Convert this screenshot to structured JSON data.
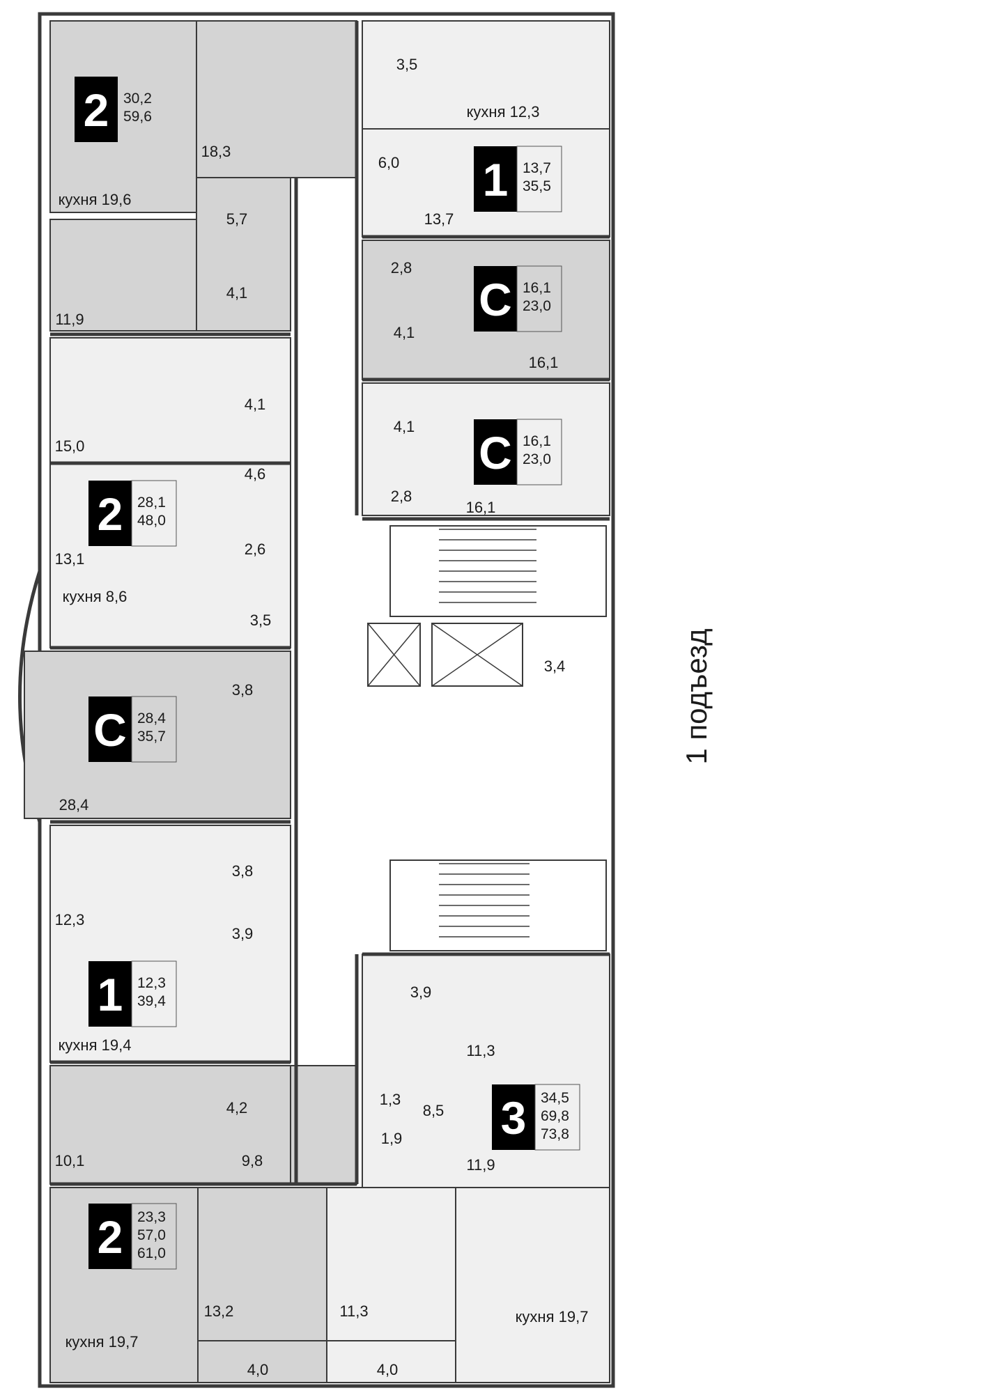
{
  "entrance_label": "1 подъезд",
  "colors": {
    "shaded_room": "#d4d4d4",
    "plain_room": "#f0f0f0",
    "badge": "#000000",
    "wall": "#3a3a3a"
  },
  "apartments": [
    {
      "id": "apt-2-top",
      "type": "2",
      "values": [
        "30,2",
        "59,6"
      ]
    },
    {
      "id": "apt-1-top",
      "type": "1",
      "values": [
        "13,7",
        "35,5"
      ]
    },
    {
      "id": "apt-c-right-1",
      "type": "С",
      "values": [
        "16,1",
        "23,0"
      ]
    },
    {
      "id": "apt-c-right-2",
      "type": "С",
      "values": [
        "16,1",
        "23,0"
      ]
    },
    {
      "id": "apt-2-mid",
      "type": "2",
      "values": [
        "28,1",
        "48,0"
      ]
    },
    {
      "id": "apt-c-left",
      "type": "С",
      "values": [
        "28,4",
        "35,7"
      ]
    },
    {
      "id": "apt-1-bottom",
      "type": "1",
      "values": [
        "12,3",
        "39,4"
      ]
    },
    {
      "id": "apt-3",
      "type": "3",
      "values": [
        "34,5",
        "69,8",
        "73,8"
      ]
    },
    {
      "id": "apt-2-bottom",
      "type": "2",
      "values": [
        "23,3",
        "57,0",
        "61,0"
      ]
    }
  ],
  "room_labels": [
    "3,5",
    "кухня 12,3",
    "18,3",
    "6,0",
    "кухня 19,6",
    "13,7",
    "5,7",
    "2,8",
    "4,1",
    "4,1",
    "16,1",
    "11,9",
    "4,1",
    "4,1",
    "15,0",
    "4,6",
    "2,8",
    "16,1",
    "2,6",
    "13,1",
    "кухня 8,6",
    "3,5",
    "3,4",
    "3,8",
    "28,4",
    "3,8",
    "12,3",
    "3,9",
    "3,9",
    "кухня 19,4",
    "11,3",
    "1,3",
    "8,5",
    "4,2",
    "1,9",
    "9,8",
    "10,1",
    "11,9",
    "13,2",
    "11,3",
    "кухня 19,7",
    "кухня 19,7",
    "4,0",
    "4,0"
  ]
}
